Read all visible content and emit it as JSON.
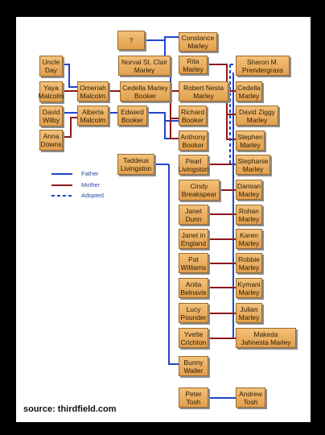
{
  "colors": {
    "father": "#2244cc",
    "mother": "#8b1a1a",
    "adopted": "#2244cc",
    "box": "#eaae5c"
  },
  "people": {
    "unknown": "?",
    "constance": "Constance\nMarley",
    "norval": "Norval St. Clair\nMarley",
    "rita": "Rita\nMarley",
    "sharon": "Sharon M.\nPrendergrass",
    "uncle_day": "Uncle\nDay",
    "yaya": "Yaya\nMalcolm",
    "omeriah": "Omeriah\nMalcolm",
    "cedella_booker": "Cedella Marley\nBooker",
    "robert": "Robert Nesta\nMarley",
    "cedella": "Cedella\nMarley",
    "david_wilby": "David\nWilby",
    "alberta": "Alberta\nMalcolm",
    "edward": "Edward\nBooker",
    "richard": "Richard\nBooker",
    "ziggy": "David Ziggy\nMarley",
    "anna": "Anna\nDowns",
    "anthony": "Anthony\nBooker",
    "stephen": "Stephen\nMarley",
    "taddeus": "Taddeus\nLivingston",
    "pearl": "Pearl\nLivingston",
    "stephanie": "Stephanie\nMarley",
    "cindy": "Cindy\nBreakspear",
    "damian": "Damian\nMarley",
    "janet_dunn": "Janet\nDunn",
    "rohan": "Rohan\nMarley",
    "janet_england": "Janet in\nEngland",
    "karen": "Karen\nMarley",
    "pat": "Pat\nWilliams",
    "robbie": "Robbie\nMarley",
    "anita": "Anita\nBelnavis",
    "kymani": "Kymani\nMarley",
    "lucy": "Lucy\nPounder",
    "julian": "Julian\nMarley",
    "yvette": "Yvette\nCrichton",
    "makeda": "Makeda\nJahnesta Marley",
    "bunny": "Bunny\nWailer",
    "peter": "Peter\nTosh",
    "andrew": "Andrew\nTosh"
  },
  "legend": {
    "father": "Father",
    "mother": "Mother",
    "adopted": "Adopted"
  },
  "source": "source: thirdfield.com"
}
